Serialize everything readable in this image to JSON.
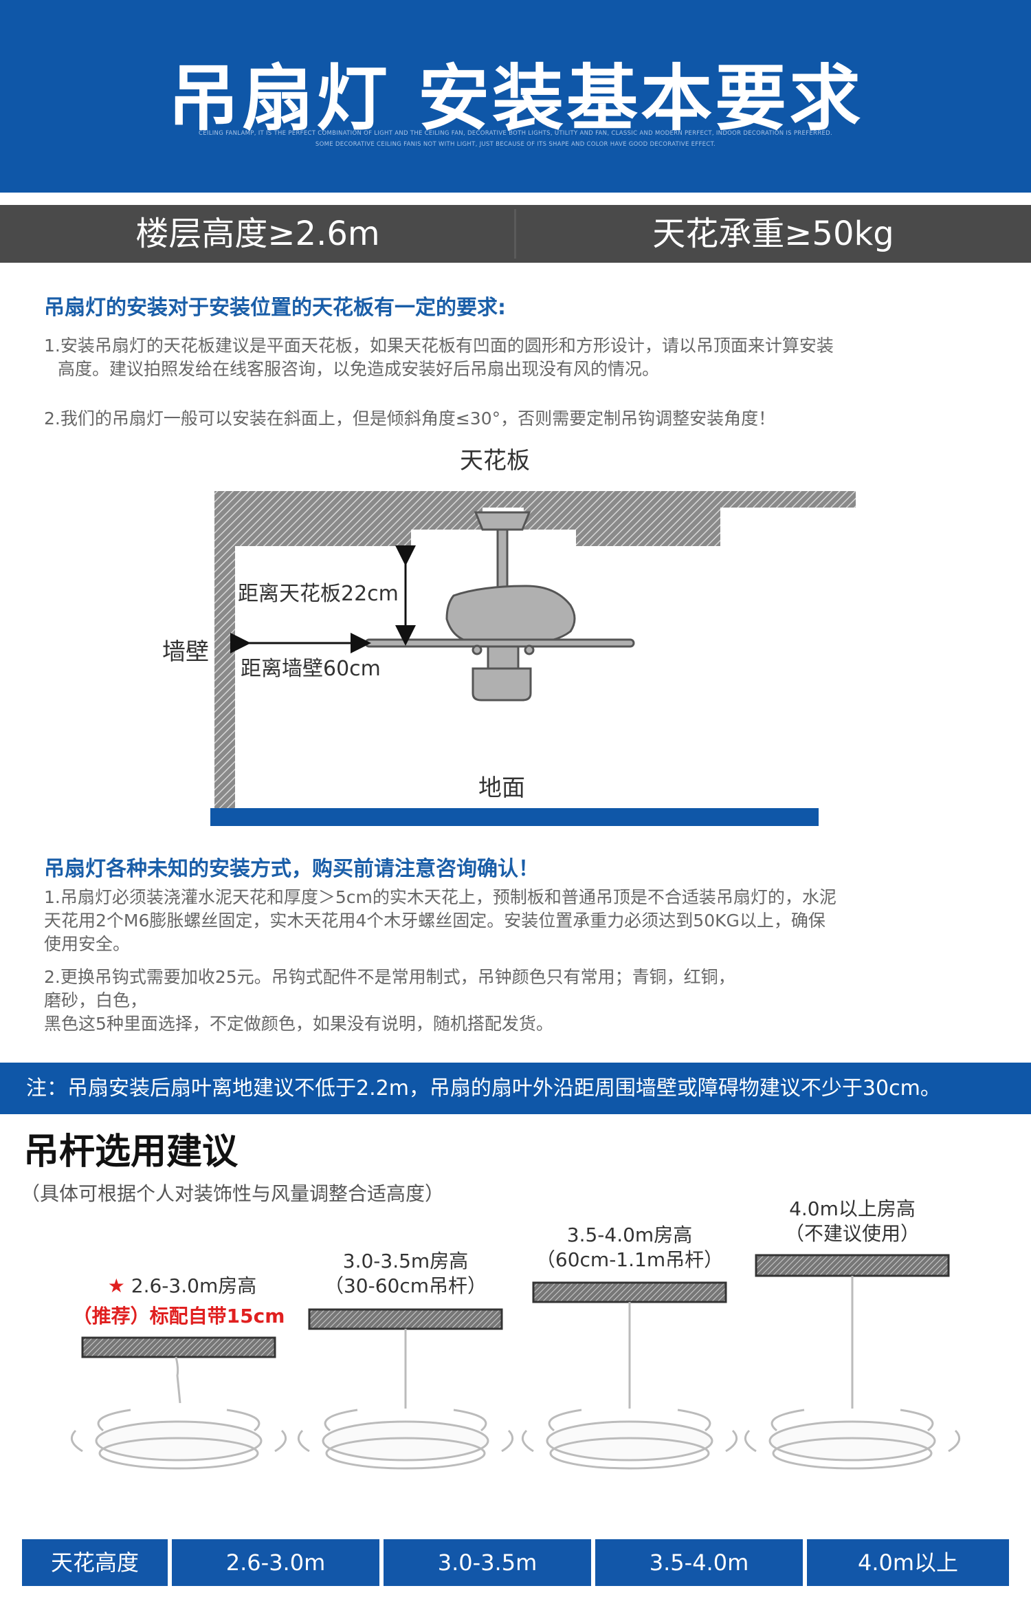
{
  "header": {
    "title": "吊扇灯 安装基本要求",
    "sub_line1": "CEILING FANLAMP, IT IS THE PERFECT COMBINATION OF LIGHT AND THE CEILING FAN, DECORATIVE BOTH LIGHTS, UTILITY AND FAN, CLASSIC AND MODERN PERFECT, INDOOR DECORATION IS PREFERRED.",
    "sub_line2": "SOME DECORATIVE CEILING FANIS NOT WITH LIGHT, JUST BECAUSE OF ITS SHAPE AND COLOR HAVE GOOD DECORATIVE EFFECT."
  },
  "specs": {
    "floor_height": "楼层高度≥2.6m",
    "ceiling_load": "天花承重≥50kg"
  },
  "section1": {
    "heading": "吊扇灯的安装对于安装位置的天花板有一定的要求:",
    "p1_line1": "1.安装吊扇灯的天花板建议是平面天花板，如果天花板有凹面的圆形和方形设计，请以吊顶面来计算安装",
    "p1_line2": "高度。建议拍照发给在线客服咨询，以免造成安装好后吊扇出现没有风的情况。",
    "p2": "2.我们的吊扇灯一般可以安装在斜面上，但是倾斜角度≤30°，否则需要定制吊钩调整安装角度！"
  },
  "diagram": {
    "ceiling_label": "天花板",
    "wall_label": "墙壁",
    "floor_label": "地面",
    "dist_ceiling": "距离天花板22cm",
    "dist_wall": "距离墙壁60cm"
  },
  "section2": {
    "heading": "吊扇灯各种未知的安装方式，购买前请注意咨询确认！",
    "p1_line1": "1.吊扇灯必须装浇灌水泥天花和厚度＞5cm的实木天花上，预制板和普通吊顶是不合适装吊扇灯的，水泥",
    "p1_line2": "天花用2个M6膨胀螺丝固定，实木天花用4个木牙螺丝固定。安装位置承重力必须达到50KG以上，确保",
    "p1_line3": "使用安全。",
    "p2_line1": "2.更换吊钩式需要加收25元。吊钩式配件不是常用制式，吊钟颜色只有常用；青铜，红铜，",
    "p2_line2": "磨砂，白色，",
    "p2_line3": "黑色这5种里面选择，不定做颜色，如果没有说明，随机搭配发货。"
  },
  "note": "注：吊扇安装后扇叶离地建议不低于2.2m，吊扇的扇叶外沿距周围墙壁或障碍物建议不少于30cm。",
  "rod": {
    "title": "吊杆选用建议",
    "subtitle": "（具体可根据个人对装饰性与风量调整合适高度）",
    "options": [
      {
        "line1": "2.6-3.0m房高",
        "line2": "（推荐）标配自带15cm",
        "star": "★"
      },
      {
        "line1": "3.0-3.5m房高",
        "line2": "（30-60cm吊杆）"
      },
      {
        "line1": "3.5-4.0m房高",
        "line2": "（60cm-1.1m吊杆）"
      },
      {
        "line1": "4.0m以上房高",
        "line2": "（不建议使用）"
      }
    ]
  },
  "table": {
    "header": [
      "天花高度",
      "2.6-3.0m",
      "3.0-3.5m",
      "3.5-4.0m",
      "4.0m以上"
    ]
  },
  "colors": {
    "brand_blue": "#0f57a8",
    "heading_blue": "#1a5ea8",
    "spec_gray": "#4a4a4a",
    "accent_red": "#e02020"
  }
}
